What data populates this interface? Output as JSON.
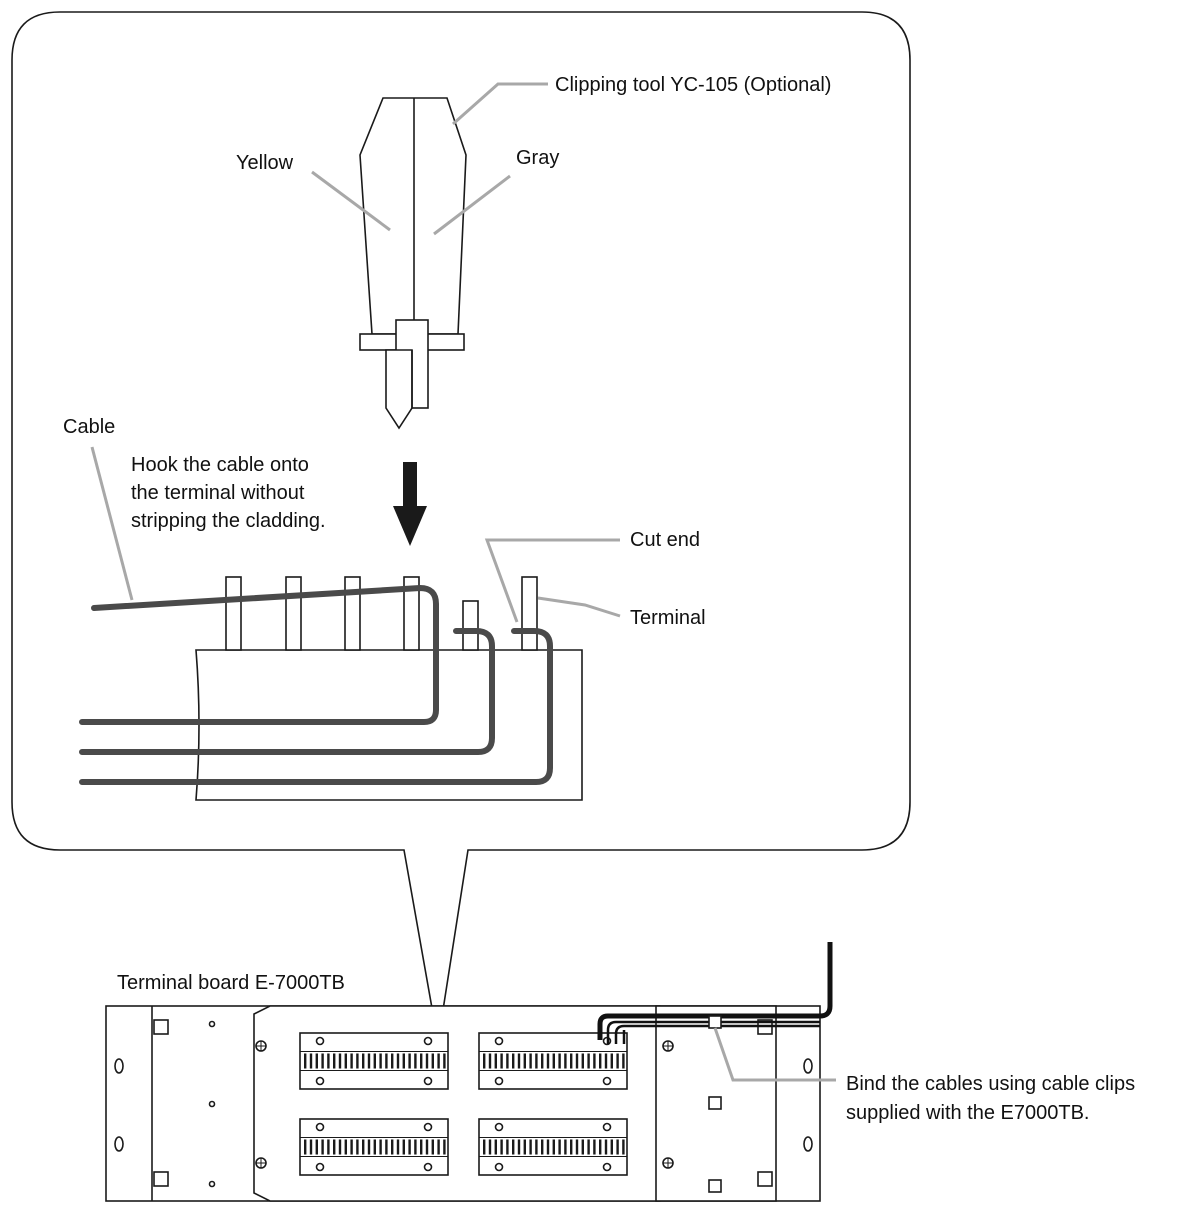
{
  "labels": {
    "clipping_tool": "Clipping tool YC-105 (Optional)",
    "yellow": "Yellow",
    "gray": "Gray",
    "cable": "Cable",
    "hook_instruction": [
      "Hook the cable onto",
      "the terminal without",
      "stripping the cladding."
    ],
    "cut_end": "Cut end",
    "terminal": "Terminal",
    "terminal_board": "Terminal board E-7000TB",
    "bind_instruction": [
      "Bind the cables using cable clips",
      "supplied with the E7000TB."
    ]
  },
  "colors": {
    "line": "#1a1a1a",
    "leader": "#a8a8a8",
    "cable": "#4a4a4a"
  }
}
